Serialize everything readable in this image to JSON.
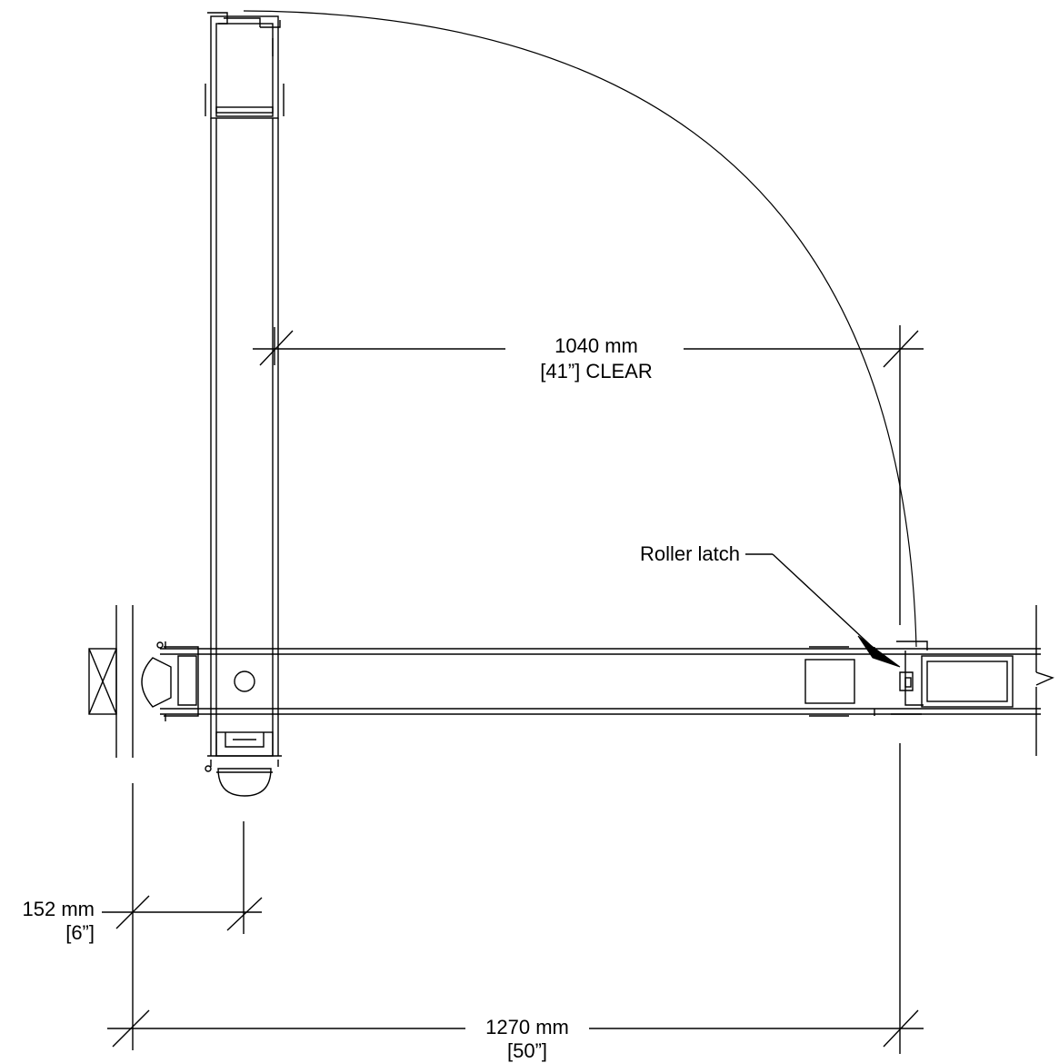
{
  "dimensions": {
    "clear_opening": {
      "metric": "1040 mm",
      "imperial": "[41”] CLEAR"
    },
    "overall": {
      "metric": "1270 mm",
      "imperial": "[50”]"
    },
    "offset": {
      "metric": "152 mm",
      "imperial": "[6”]"
    }
  },
  "callouts": {
    "roller_latch": "Roller latch"
  },
  "colors": {
    "line": "#000000",
    "background": "#ffffff"
  }
}
